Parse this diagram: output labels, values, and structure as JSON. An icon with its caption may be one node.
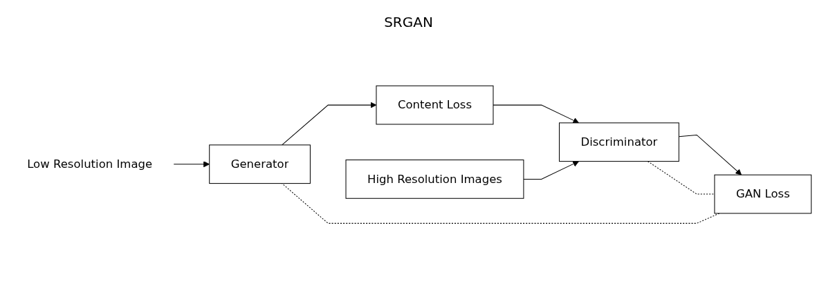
{
  "diagram": {
    "title": "SRGAN",
    "nodes": [
      {
        "text": [
          "Low Resolution Image"
        ]
      },
      {
        "text": [
          "Generator"
        ]
      },
      {
        "text": [
          "Content Loss"
        ]
      },
      {
        "text": [
          "High Resolution Images"
        ]
      },
      {
        "text": [
          "Discriminator"
        ]
      },
      {
        "text": [
          "GAN Loss"
        ]
      }
    ],
    "edges": [
      {
        "from": 0,
        "to": 1,
        "arrow": "to"
      },
      {
        "from": 1,
        "to": 2,
        "arrow": "to"
      },
      {
        "from": 2,
        "to": 4,
        "arrow": "to"
      },
      {
        "from": 3,
        "to": 4,
        "arrow": "to"
      },
      {
        "from": 4,
        "to": 5,
        "arrow": "to"
      },
      {
        "from": 5,
        "to": 1,
        "arrow": "none",
        "style": "dashed"
      },
      {
        "from": 4,
        "to": 5,
        "arrow": "none",
        "style": "dashed"
      }
    ]
  }
}
